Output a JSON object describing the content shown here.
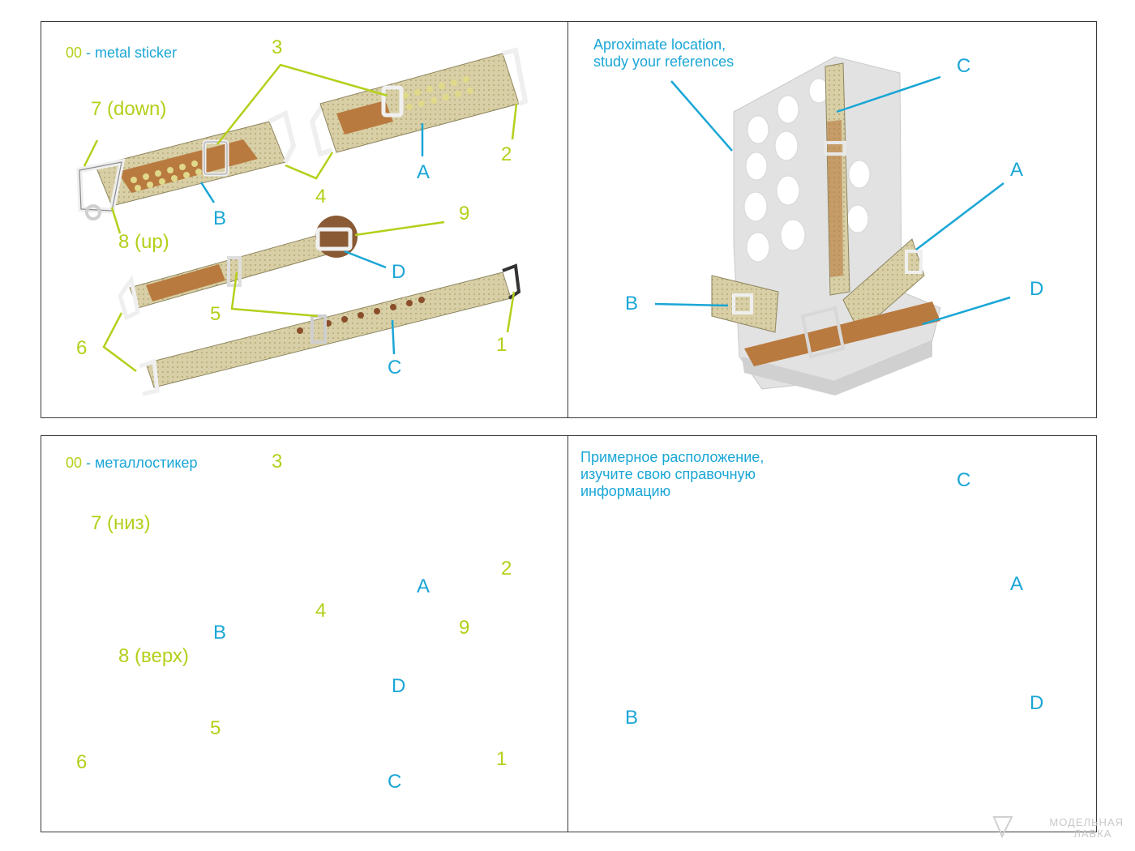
{
  "colors": {
    "callout_green": "#b5cf1a",
    "callout_blue": "#1aa6d6",
    "frame": "#3a3a3a",
    "strap_fabric": "#d8cfa6",
    "strap_leather": "#b97a3f",
    "buckle_metal": "#e8e8e8",
    "seat_plastic": "#e2e2e2"
  },
  "panels": [
    {
      "language": "en",
      "legend_number": "00",
      "legend_text": "- metal sticker",
      "parts": {
        "n1": "1",
        "n2": "2",
        "n3": "3",
        "n4": "4",
        "n5": "5",
        "n6": "6",
        "n7": "7 (down)",
        "n8": "8 (up)",
        "n9": "9",
        "A": "A",
        "B": "B",
        "C": "C",
        "D": "D"
      },
      "note_lines": [
        "Aproximate location,",
        "study your references"
      ],
      "seat_labels": {
        "A": "A",
        "B": "B",
        "C": "C",
        "D": "D"
      }
    },
    {
      "language": "ru",
      "legend_number": "00",
      "legend_text": "- металлостикер",
      "parts": {
        "n1": "1",
        "n2": "2",
        "n3": "3",
        "n4": "4",
        "n5": "5",
        "n6": "6",
        "n7": "7 (низ)",
        "n8": "8 (верх)",
        "n9": "9",
        "A": "A",
        "B": "B",
        "C": "C",
        "D": "D"
      },
      "note_lines": [
        "Примерное расположение,",
        "изучите свою справочную",
        "информацию"
      ],
      "seat_labels": {
        "A": "A",
        "B": "B",
        "C": "C",
        "D": "D"
      }
    }
  ],
  "watermark": {
    "line1": "МОДЕЛЬНАЯ",
    "line2": "ЛАВКА"
  }
}
